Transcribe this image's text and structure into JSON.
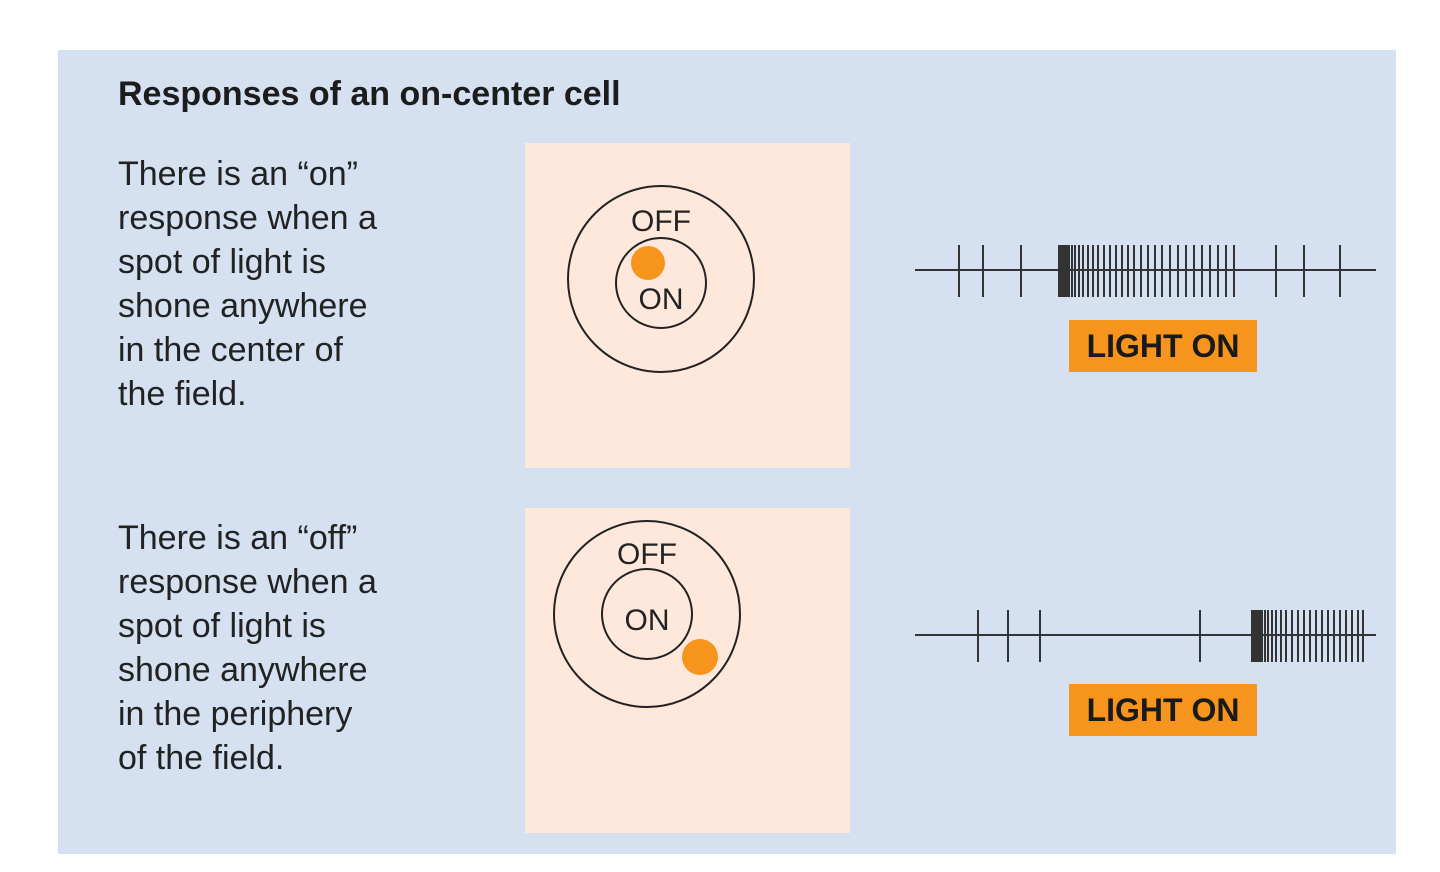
{
  "title": "Responses of an on-center cell",
  "colors": {
    "panel": "#d5e1f1",
    "field": "#fde8db",
    "spot": "#f7941d",
    "stimulus_bar": "#f7941d",
    "ink": "#222222"
  },
  "rows": [
    {
      "description": "There is an “on”\nresponse when a\nspot of light is\nshone anywhere\nin the center of\nthe field.",
      "outer_label": "OFF",
      "inner_label": "ON",
      "spot_location": "center",
      "stimulus_label": "LIGHT ON",
      "response": "burst of spikes while light is on"
    },
    {
      "description": "There is an “off”\nresponse when a\nspot of light is\nshone anywhere\nin the periphery\nof the field.",
      "outer_label": "OFF",
      "inner_label": "ON",
      "spot_location": "periphery",
      "stimulus_label": "LIGHT ON",
      "response": "burst of spikes after light is turned off"
    }
  ]
}
